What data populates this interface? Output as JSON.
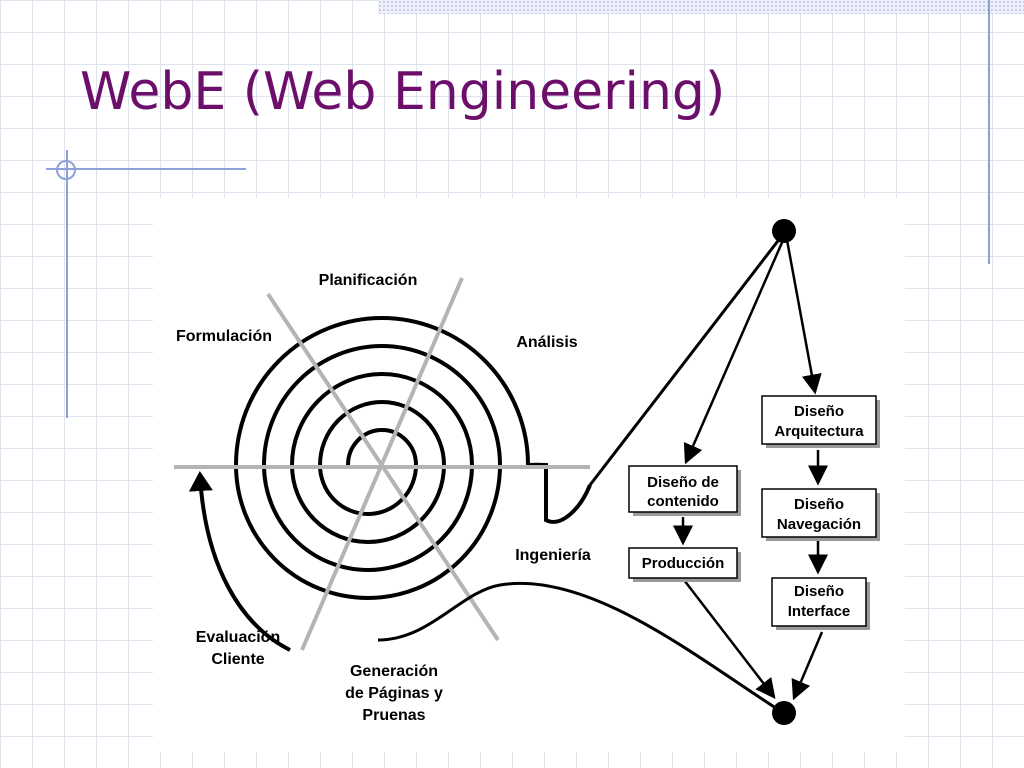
{
  "slide": {
    "title": "WebE (Web Engineering)"
  },
  "diagram": {
    "spiral_labels": {
      "planificacion": "Planificación",
      "formulacion": "Formulación",
      "analisis": "Análisis",
      "ingenieria": "Ingeniería",
      "evaluacion_line1": "Evaluación",
      "evaluacion_line2": "Cliente",
      "generacion_line1": "Generación",
      "generacion_line2": "de Páginas y",
      "generacion_line3": "Pruenas"
    },
    "boxes": {
      "diseno_contenido_line1": "Diseño de",
      "diseno_contenido_line2": "contenido",
      "produccion": "Producción",
      "diseno_arquitectura_line1": "Diseño",
      "diseno_arquitectura_line2": "Arquitectura",
      "diseno_navegacion_line1": "Diseño",
      "diseno_navegacion_line2": "Navegación",
      "diseno_interface_line1": "Diseño",
      "diseno_interface_line2": "Interface"
    },
    "colors": {
      "title": "#6b0f6b",
      "spoke": "#b4b4b4",
      "box_shadow": "#9a9a9a"
    }
  }
}
